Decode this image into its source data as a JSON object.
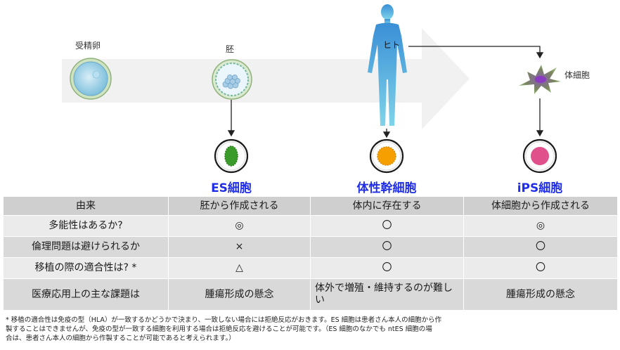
{
  "labels": {
    "fertilized_egg": "受精卵",
    "embryo": "胚",
    "human": "ヒト",
    "somatic_cell": "体細胞"
  },
  "cell_types": {
    "es": "ES細胞",
    "somatic_stem": "体性幹細胞",
    "ips": "iPS細胞"
  },
  "colors": {
    "es_fill": "#3a9a2a",
    "somatic_stem_fill": "#f5a000",
    "ips_fill": "#e0508a",
    "title_blue": "#1f2ee6",
    "header_gray": "#cfcfcf"
  },
  "table": {
    "header": [
      "由来",
      "胚から作成される",
      "体内に存在する",
      "体細胞から作成される"
    ],
    "rows": [
      [
        "多能性はあるか?",
        "◎",
        "〇",
        "◎"
      ],
      [
        "倫理問題は避けられるか",
        "×",
        "〇",
        "〇"
      ],
      [
        "移植の際の適合性は? *",
        "△",
        "〇",
        "〇"
      ],
      [
        "医療応用上の主な課題は",
        "腫瘍形成の懸念",
        "体外で増殖・維持するのが難しい",
        "腫瘍形成の懸念"
      ]
    ]
  },
  "footnote": [
    "* 移植の適合性は免疫の型（HLA）が一致するかどうかで決まり、一致しない場合には拒絶反応がおきます。ES 細胞は患者さん本人の細胞から作",
    "製することはできませんが、免疫の型が一致する細胞を利用する場合は拒絶反応を避けることが可能です。（ES 細胞のなかでも ntES 細胞の場",
    "合は、患者さん本人の細胞から作製することが可能であると考えられます。）"
  ]
}
